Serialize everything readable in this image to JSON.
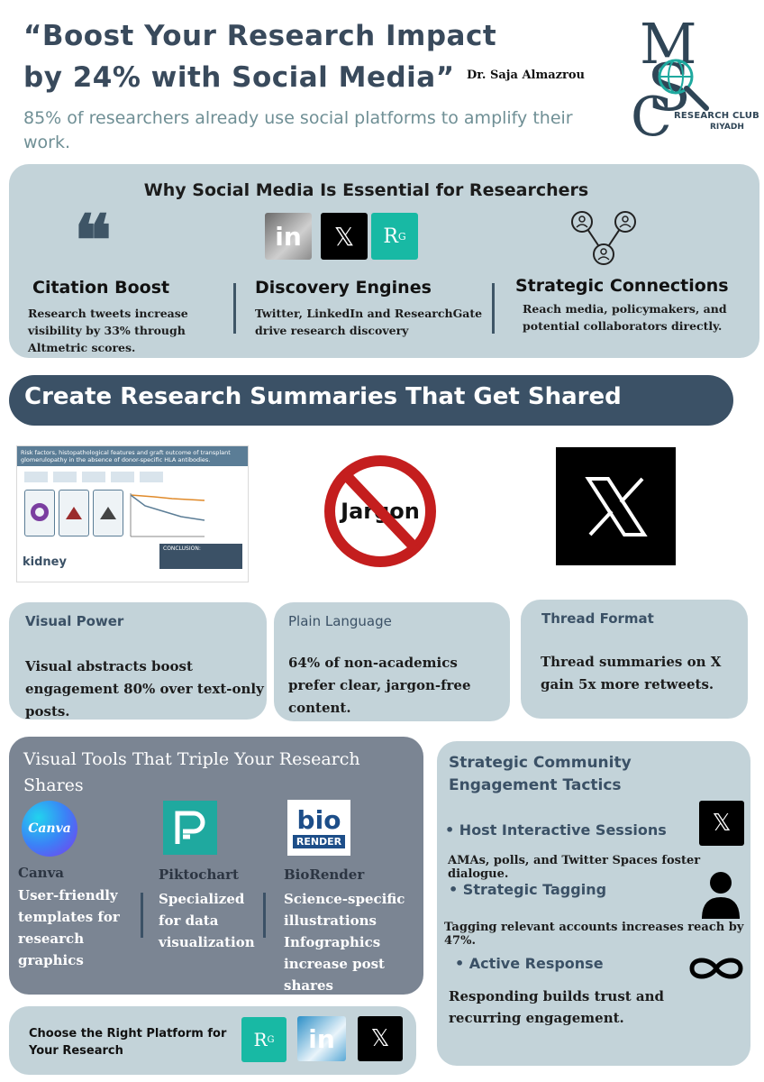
{
  "header": {
    "title_line1": "“Boost Your Research Impact",
    "title_line2": "by 24% with Social Media”",
    "author": "Dr. Saja Almazrou",
    "subtitle": "85% of researchers already use social platforms to amplify their work.",
    "logo_text_line1": "RESEARCH CLUB",
    "logo_text_line2": "RIYADH"
  },
  "why_section": {
    "title": "Why Social Media Is Essential for Researchers",
    "columns": [
      {
        "title": "Citation Boost",
        "text": "Research tweets increase visibility by 33% through Altmetric scores.",
        "icon": "quote-icon"
      },
      {
        "title": "Discovery Engines",
        "text": "Twitter, LinkedIn and ResearchGate drive research discovery",
        "icons": [
          "linkedin-logo",
          "x-logo",
          "researchgate-logo"
        ]
      },
      {
        "title": "Strategic Connections",
        "text": "Reach media, policymakers, and potential collaborators directly.",
        "icon": "network-icon"
      }
    ]
  },
  "banner": {
    "text": "Create Research Summaries That Get Shared"
  },
  "images": {
    "abstract_title": "Risk factors, histopathological features and graft outcome of transplant glomerulopathy in the absence of donor-specific HLA antibodies.",
    "abstract_brand": "kidney",
    "abstract_conclusion_label": "CONCLUSION:",
    "jargon_label": "Jargon"
  },
  "cards": [
    {
      "title": "Visual Power",
      "text": "Visual abstracts boost engagement 80% over text-only posts."
    },
    {
      "title": "Plain Language",
      "text": "64% of non-academics prefer clear, jargon-free content."
    },
    {
      "title": "Thread Format",
      "text": "Thread summaries on X gain 5x more retweets."
    }
  ],
  "tools": {
    "title": "Visual Tools That Triple Your Research Shares",
    "items": [
      {
        "logo": "Canva",
        "name": "Canva",
        "desc": "User-friendly templates for research graphics"
      },
      {
        "logo": "piktochart-logo",
        "name": "Piktochart",
        "desc": "Specialized for data visualization"
      },
      {
        "logo_line1": "bio",
        "logo_line2": "RENDER",
        "name": "BioRender",
        "desc": "Science-specific illustrations Infographics increase post shares"
      }
    ]
  },
  "choose": {
    "text": "Choose the Right Platform for Your Research",
    "rg_label": "R",
    "rg_sup": "G",
    "li_label": "in",
    "x_label": "𝕏"
  },
  "community": {
    "title": "Strategic Community Engagement Tactics",
    "tactics": [
      {
        "label": "• Host Interactive Sessions",
        "text": "AMAs, polls, and Twitter Spaces foster dialogue."
      },
      {
        "label": "• Strategic Tagging",
        "text": "Tagging relevant accounts increases reach by 47%."
      },
      {
        "label": "• Active Response",
        "text": "Responding builds trust and recurring engagement."
      }
    ]
  },
  "colors": {
    "navy": "#3b5166",
    "panel": "#c3d3d9",
    "slate": "#7b8593",
    "teal_text": "#6f8f95",
    "researchgate": "#18b9a4"
  }
}
